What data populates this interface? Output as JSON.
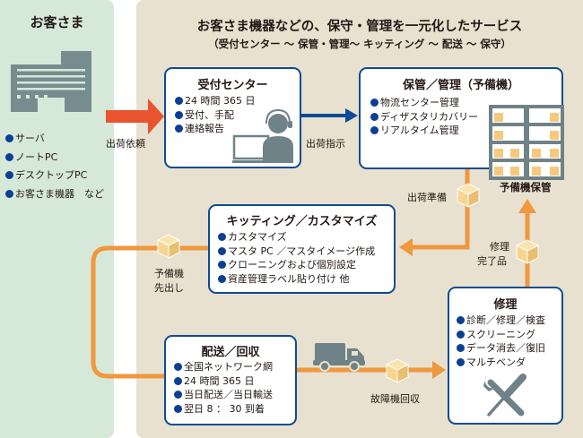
{
  "customer": {
    "title": "お客さま",
    "items": [
      "サーバ",
      "ノートPC",
      "デスクトップPC",
      "お客さま機器　など"
    ]
  },
  "service": {
    "title": "お客さま機器などの、保守・管理を一元化したサービス",
    "subtitle": "（受付センター ～ 保管・管理～ キッティング ～ 配送 ～ 保守）"
  },
  "boxes": {
    "reception": {
      "title": "受付センター",
      "items": [
        "24 時間 365 日",
        "受付、手配",
        "連絡報告"
      ]
    },
    "storage": {
      "title": "保管／管理（予備機）",
      "items": [
        "物流センター管理",
        "ディザスタリカバリー",
        "リアルタイム管理"
      ]
    },
    "kitting": {
      "title": "キッティング／カスタマイズ",
      "items": [
        "カスタマイズ",
        "マスタ PC ／マスタイメージ作成",
        "クローニングおよび個別設定",
        "資産管理ラベル貼り付け 他"
      ]
    },
    "repair": {
      "title": "修理",
      "items": [
        "診断／修理／検査",
        "スクリーニング",
        "データ消去／復旧",
        "マルチベンダ"
      ]
    },
    "delivery": {
      "title": "配送／回収",
      "items": [
        "全国ネットワーク網",
        "24 時間 365 日",
        "当日配送／当日輸送",
        "翌日 8 ： 30 到着"
      ]
    }
  },
  "flow_labels": {
    "shipping_request": "出荷依頼",
    "shipping_instruction": "出荷指示",
    "shipping_prep": "出荷準備",
    "spare_storage": "予備機保管",
    "repair_done_1": "修理",
    "repair_done_2": "完了品",
    "spare_dispatch_1": "予備機",
    "spare_dispatch_2": "先出し",
    "faulty_collection": "故障機回収"
  },
  "colors": {
    "customer_bg": "#d6e8d8",
    "service_bg": "#e8e1cf",
    "box_border": "#0d4b94",
    "bullet": "#0b3f93",
    "request_arrow": "#e8542f",
    "instruction_arrow": "#0d4b94",
    "flow_line": "#f0983e",
    "icon_gray": "#6f8287",
    "parcel": "#f7d58f"
  }
}
